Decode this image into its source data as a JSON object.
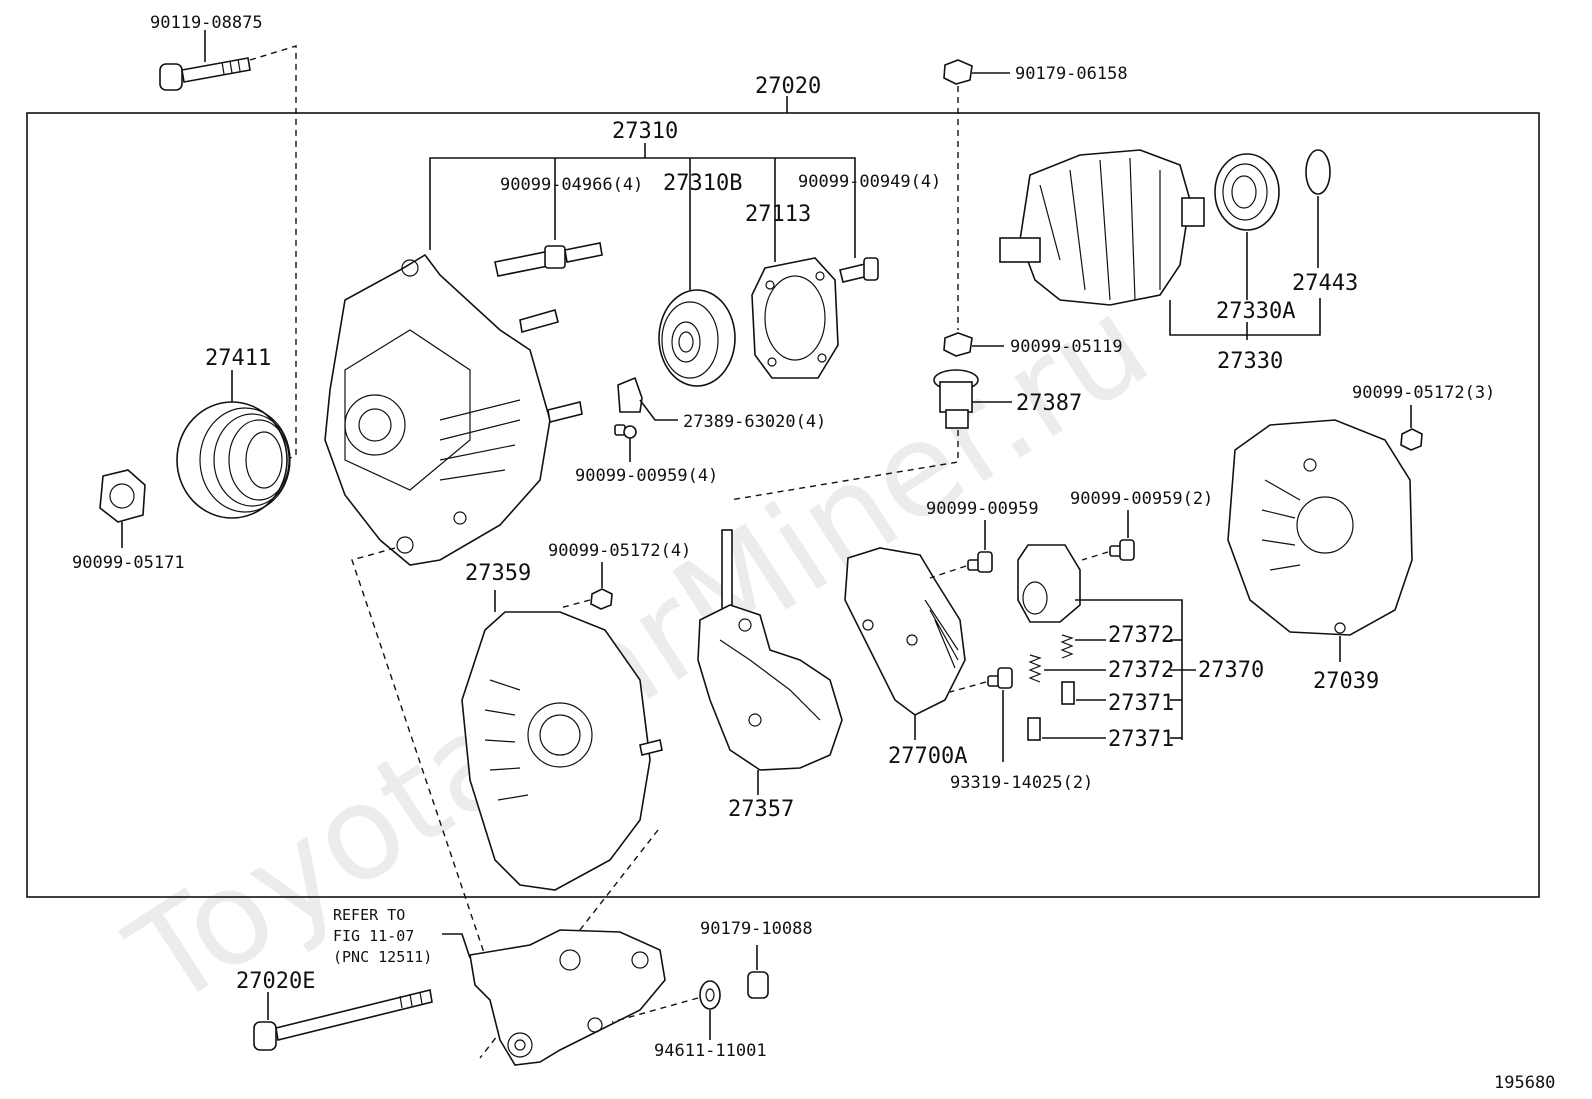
{
  "watermark": "ToyotaCarMiner.ru",
  "diagram_number": "195680",
  "labels": {
    "p90119_08875": "90119-08875",
    "p27020": "27020",
    "p90179_06158": "90179-06158",
    "p27310": "27310",
    "p90099_04966": "90099-04966(4)",
    "p27310B": "27310B",
    "p27113": "27113",
    "p90099_00949": "90099-00949(4)",
    "p27443": "27443",
    "p27330A": "27330A",
    "p27330": "27330",
    "p90099_05119": "90099-05119",
    "p27387": "27387",
    "p90099_05172_3": "90099-05172(3)",
    "p27411": "27411",
    "p27389_63020": "27389-63020(4)",
    "p90099_00959_4": "90099-00959(4)",
    "p90099_05171": "90099-05171",
    "p90099_00959": "90099-00959",
    "p90099_00959_2": "90099-00959(2)",
    "p27359": "27359",
    "p90099_05172_4": "90099-05172(4)",
    "p27372a": "27372",
    "p27372b": "27372",
    "p27370": "27370",
    "p27371a": "27371",
    "p27371b": "27371",
    "p27039": "27039",
    "p27700A": "27700A",
    "p93319_14025": "93319-14025(2)",
    "p27357": "27357",
    "refer_1": "REFER TO",
    "refer_2": "FIG 11-07",
    "refer_3": "(PNC 12511)",
    "p27020E": "27020E",
    "p90179_10088": "90179-10088",
    "p94611_11001": "94611-11001"
  }
}
